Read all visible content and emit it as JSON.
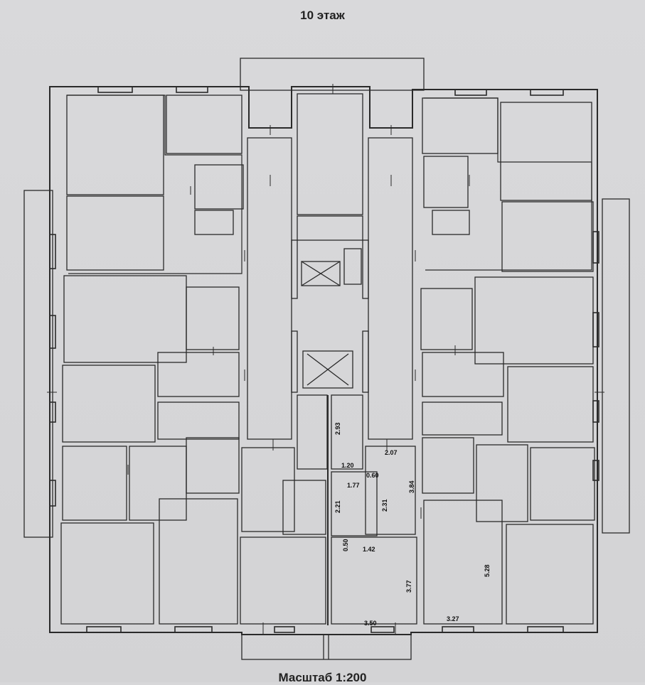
{
  "plan": {
    "title": "10 этаж",
    "scale_label": "Масштаб 1:200"
  },
  "dimensions": {
    "d293": "2.93",
    "d207": "2.07",
    "d120": "1.20",
    "d060": "0.60",
    "d177": "1.77",
    "d384": "3.84",
    "d221": "2.21",
    "d231": "2.31",
    "d050": "0.50",
    "d142": "1.42",
    "d377": "3.77",
    "d528": "5.28",
    "d350": "3.50",
    "d327": "3.27"
  }
}
